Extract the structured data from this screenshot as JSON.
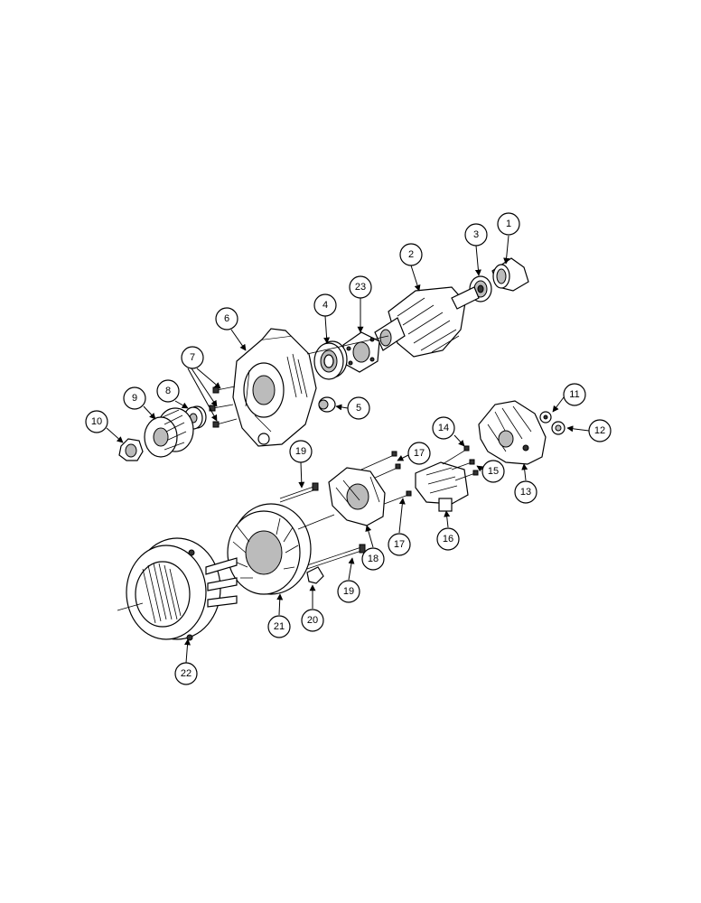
{
  "callouts": [
    "1",
    "2",
    "3",
    "4",
    "5",
    "6",
    "7",
    "8",
    "9",
    "10",
    "11",
    "12",
    "13",
    "14",
    "15",
    "16",
    "17",
    "17",
    "18",
    "19",
    "19",
    "20",
    "21",
    "22",
    "23"
  ]
}
